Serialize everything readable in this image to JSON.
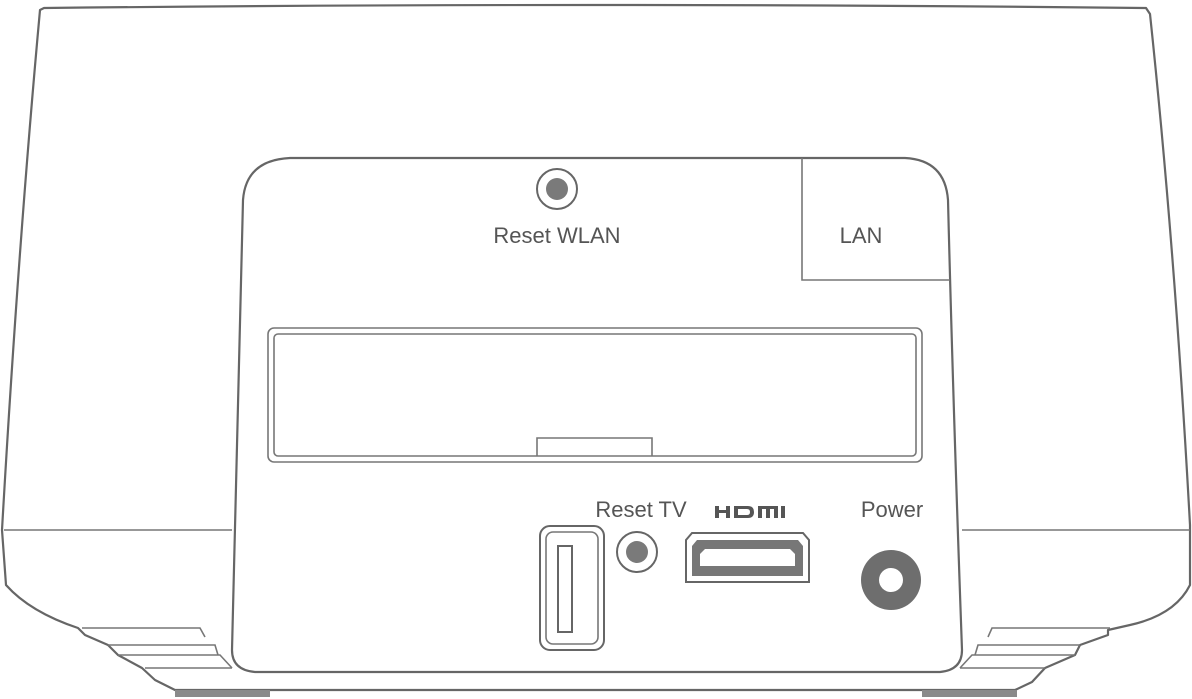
{
  "labels": {
    "reset_wlan": "Reset WLAN",
    "lan": "LAN",
    "reset_tv": "Reset TV",
    "hdmi": "HDMI",
    "power": "Power"
  },
  "colors": {
    "line": "#666666",
    "label": "#555555",
    "power_jack": "#6e6e6e",
    "feet": "#8a8a8a"
  },
  "icons": {
    "hdmi_logo": "hdmi-logo"
  }
}
